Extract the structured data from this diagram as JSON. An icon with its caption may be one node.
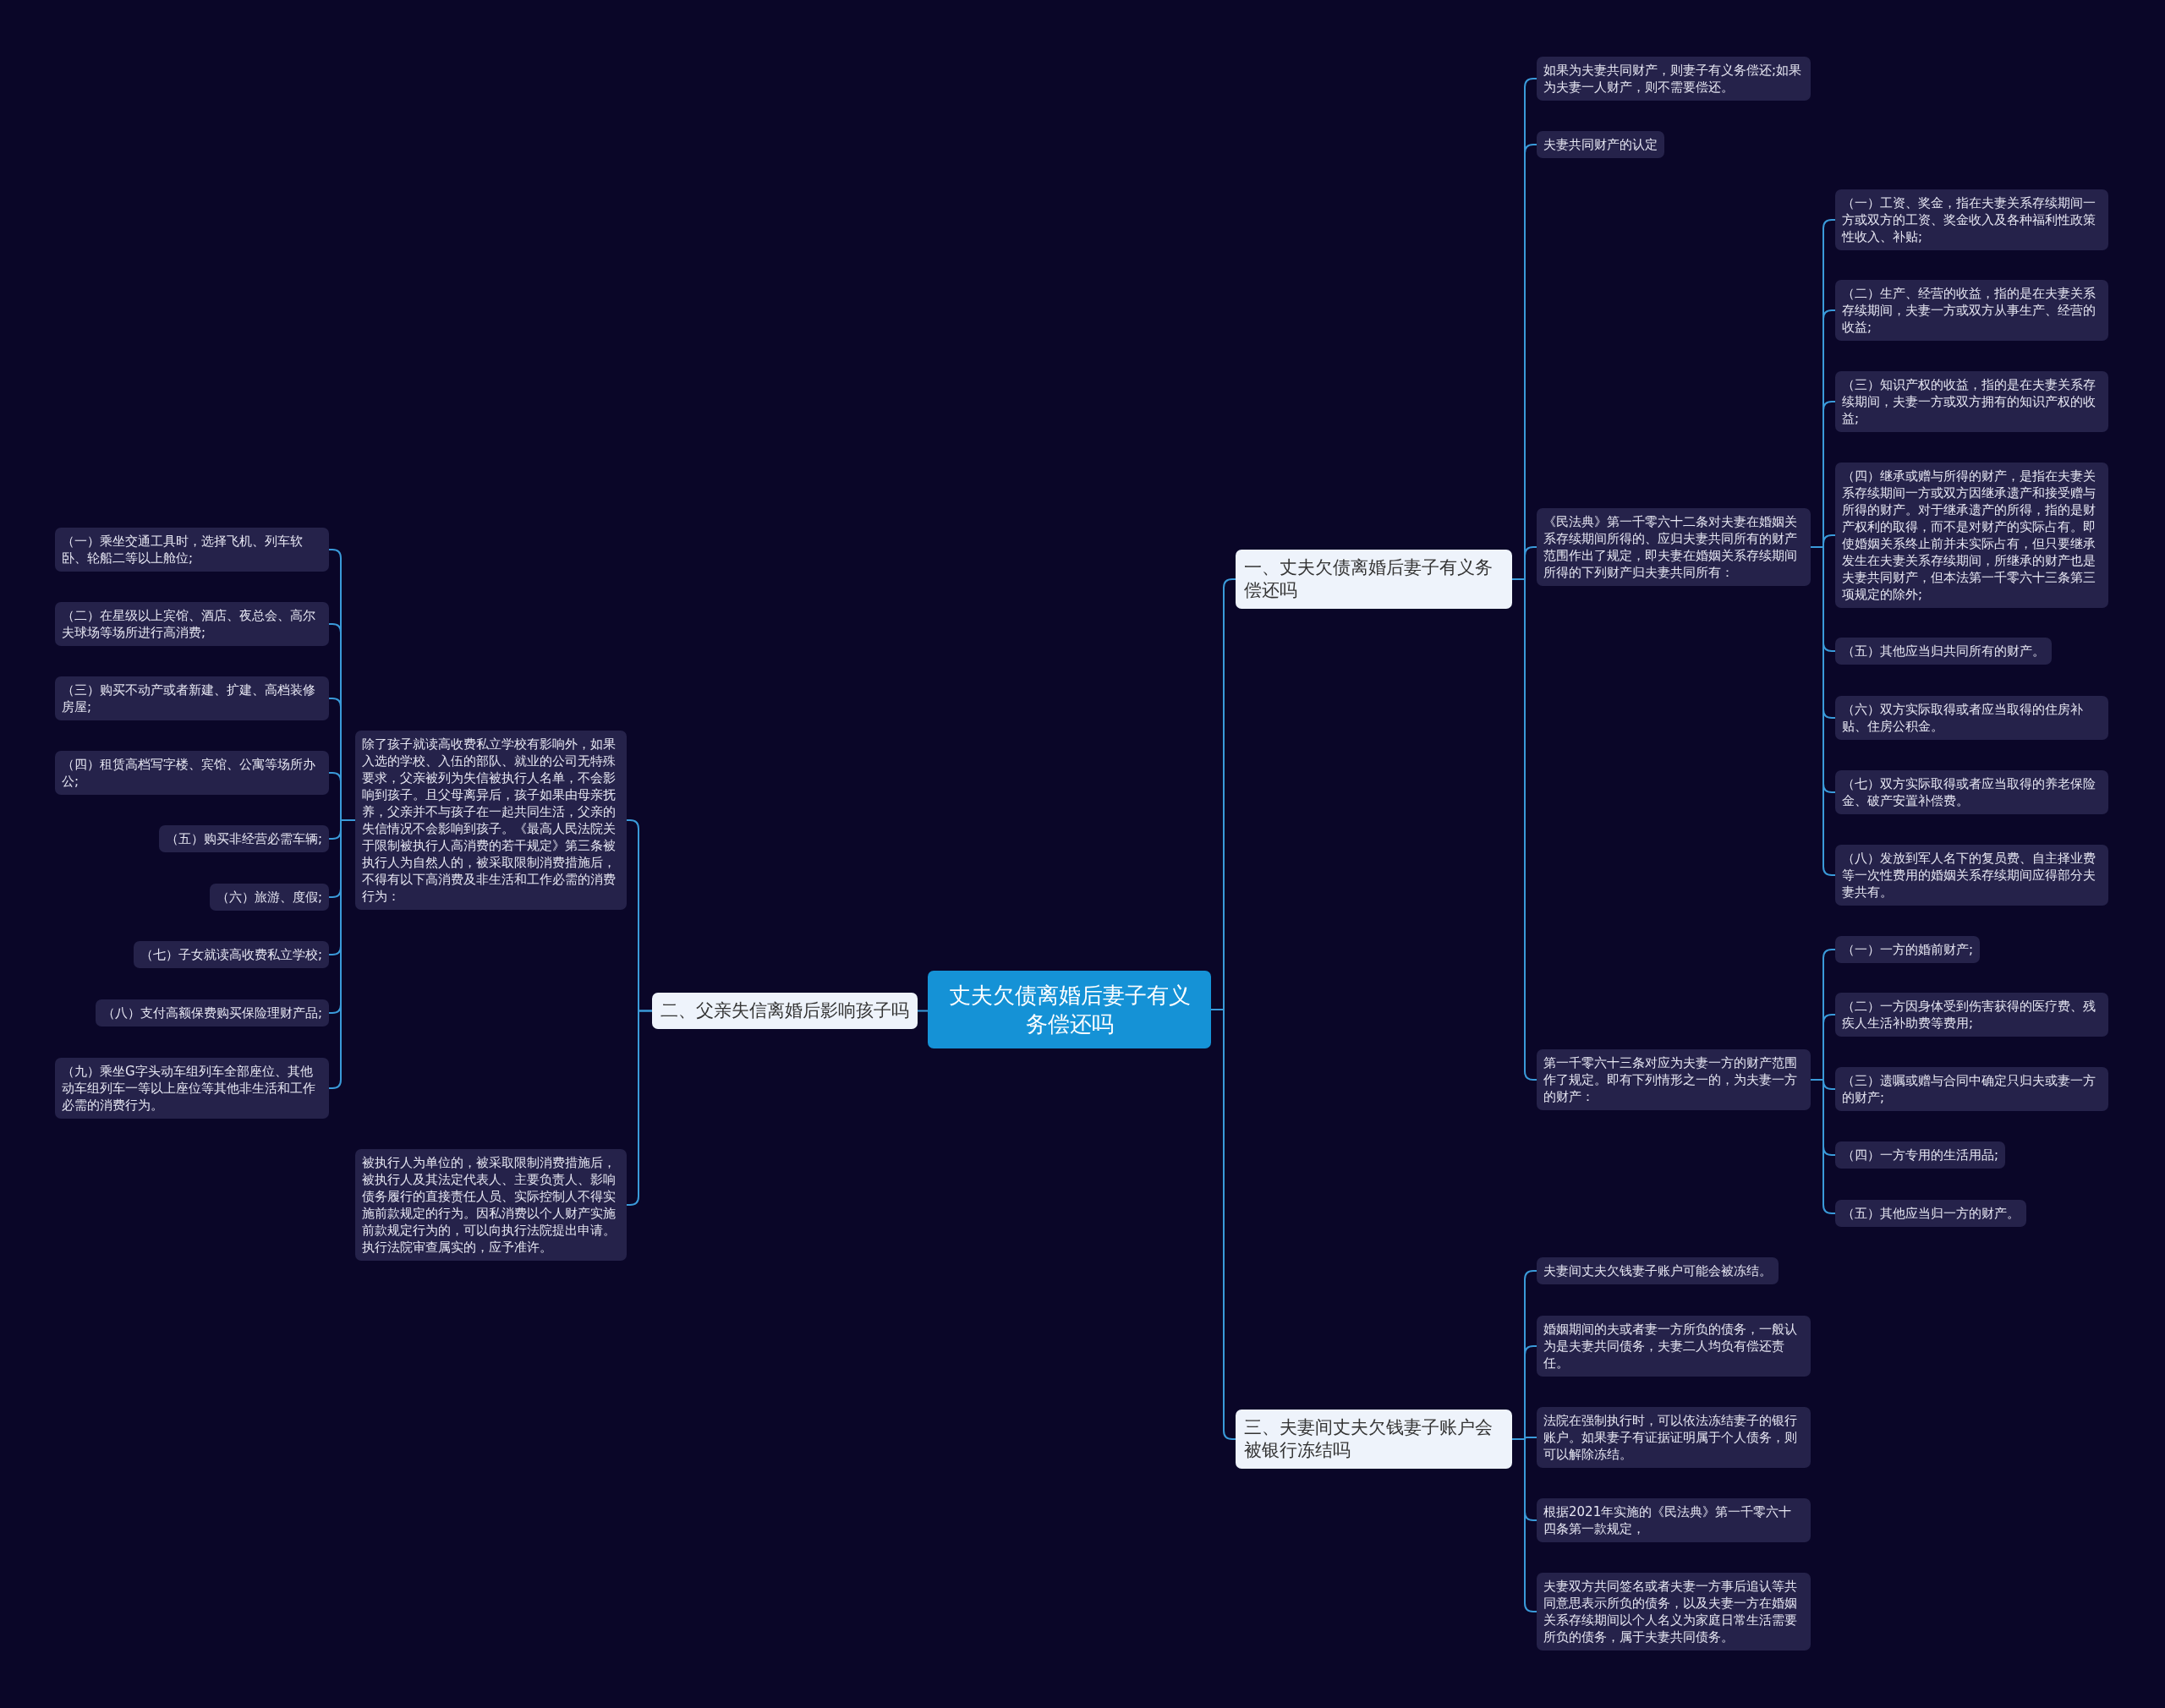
{
  "diagram": {
    "nodes": [
      {
        "text": [
          "丈夫欠债离婚后妻子有义务偿还吗"
        ]
      },
      {
        "text": [
          "一、丈夫欠债离婚后妻子有义务偿还吗"
        ]
      },
      {
        "text": [
          "如果为夫妻共同财产，则妻子有义务偿还;如果为夫妻一人财产，则不需要偿还。"
        ]
      },
      {
        "text": [
          "夫妻共同财产的认定"
        ]
      },
      {
        "text": [
          "《民法典》第一千零六十二条对夫妻在婚姻关系存续期间所得的、应归夫妻共同所有的财产范围作出了规定，即夫妻在婚姻关系存续期间所得的下列财产归夫妻共同所有："
        ]
      },
      {
        "text": [
          "（一）工资、奖金，指在夫妻关系存续期间一方或双方的工资、奖金收入及各种福利性政策性收入、补贴;"
        ]
      },
      {
        "text": [
          "（二）生产、经营的收益，指的是在夫妻关系存续期间，夫妻一方或双方从事生产、经营的收益;"
        ]
      },
      {
        "text": [
          "（三）知识产权的收益，指的是在夫妻关系存续期间，夫妻一方或双方拥有的知识产权的收益;"
        ]
      },
      {
        "text": [
          "（四）继承或赠与所得的财产，是指在夫妻关系存续期间一方或双方因继承遗产和接受赠与所得的财产。对于继承遗产的所得，指的是财产权利的取得，而不是对财产的实际占有。即使婚姻关系终止前并未实际占有，但只要继承发生在夫妻关系存续期间，所继承的财产也是夫妻共同财产，但本法第一千零六十三条第三项规定的除外;"
        ]
      },
      {
        "text": [
          "（五）其他应当归共同所有的财产。"
        ]
      },
      {
        "text": [
          "（六）双方实际取得或者应当取得的住房补贴、住房公积金。"
        ]
      },
      {
        "text": [
          "（七）双方实际取得或者应当取得的养老保险金、破产安置补偿费。"
        ]
      },
      {
        "text": [
          "（八）发放到军人名下的复员费、自主择业费等一次性费用的婚姻关系存续期间应得部分夫妻共有。"
        ]
      },
      {
        "text": [
          "第一千零六十三条对应为夫妻一方的财产范围作了规定。即有下列情形之一的，为夫妻一方的财产："
        ]
      },
      {
        "text": [
          "（一）一方的婚前财产;"
        ]
      },
      {
        "text": [
          "（二）一方因身体受到伤害获得的医疗费、残疾人生活补助费等费用;"
        ]
      },
      {
        "text": [
          "（三）遗嘱或赠与合同中确定只归夫或妻一方的财产;"
        ]
      },
      {
        "text": [
          "（四）一方专用的生活用品;"
        ]
      },
      {
        "text": [
          "（五）其他应当归一方的财产。"
        ]
      },
      {
        "text": [
          "三、夫妻间丈夫欠钱妻子账户会被银行冻结吗"
        ]
      },
      {
        "text": [
          "夫妻间丈夫欠钱妻子账户可能会被冻结。"
        ]
      },
      {
        "text": [
          "婚姻期间的夫或者妻一方所负的债务，一般认为是夫妻共同债务，夫妻二人均负有偿还责任。"
        ]
      },
      {
        "text": [
          "法院在强制执行时，可以依法冻结妻子的银行账户。如果妻子有证据证明属于个人债务，则可以解除冻结。"
        ]
      },
      {
        "text": [
          "根据2021年实施的《民法典》第一千零六十四条第一款规定，"
        ]
      },
      {
        "text": [
          "夫妻双方共同签名或者夫妻一方事后追认等共同意思表示所负的债务，以及夫妻一方在婚姻关系存续期间以个人名义为家庭日常生活需要所负的债务，属于夫妻共同债务。"
        ]
      },
      {
        "text": [
          "二、父亲失信离婚后影响孩子吗"
        ]
      },
      {
        "text": [
          "除了孩子就读高收费私立学校有影响外，如果入选的学校、入伍的部队、就业的公司无特殊要求，父亲被列为失信被执行人名单，不会影响到孩子。且父母离异后，孩子如果由母亲抚养，父亲并不与孩子在一起共同生活，父亲的失信情况不会影响到孩子。《最高人民法院关于限制被执行人高消费的若干规定》第三条被执行人为自然人的，被采取限制消费措施后，不得有以下高消费及非生活和工作必需的消费行为："
        ]
      },
      {
        "text": [
          "（一）乘坐交通工具时，选择飞机、列车软卧、轮船二等以上舱位;"
        ]
      },
      {
        "text": [
          "（二）在星级以上宾馆、酒店、夜总会、高尔夫球场等场所进行高消费;"
        ]
      },
      {
        "text": [
          "（三）购买不动产或者新建、扩建、高档装修房屋;"
        ]
      },
      {
        "text": [
          "（四）租赁高档写字楼、宾馆、公寓等场所办公;"
        ]
      },
      {
        "text": [
          "（五）购买非经营必需车辆;"
        ]
      },
      {
        "text": [
          "（六）旅游、度假;"
        ]
      },
      {
        "text": [
          "（七）子女就读高收费私立学校;"
        ]
      },
      {
        "text": [
          "（八）支付高额保费购买保险理财产品;"
        ]
      },
      {
        "text": [
          "（九）乘坐G字头动车组列车全部座位、其他动车组列车一等以上座位等其他非生活和工作必需的消费行为。"
        ]
      },
      {
        "text": [
          "被执行人为单位的，被采取限制消费措施后，被执行人及其法定代表人、主要负责人、影响债务履行的直接责任人员、实际控制人不得实施前款规定的行为。因私消费以个人财产实施前款规定行为的，可以向执行法院提出申请。执行法院审查属实的，应予准许。"
        ]
      }
    ],
    "edges": [
      {
        "from": 0,
        "to": 1,
        "arrow": "none"
      },
      {
        "from": 0,
        "to": 19,
        "arrow": "none"
      },
      {
        "from": 0,
        "to": 25,
        "arrow": "none"
      },
      {
        "from": 1,
        "to": 2,
        "arrow": "none"
      },
      {
        "from": 1,
        "to": 3,
        "arrow": "none"
      },
      {
        "from": 1,
        "to": 4,
        "arrow": "none"
      },
      {
        "from": 1,
        "to": 13,
        "arrow": "none"
      },
      {
        "from": 4,
        "to": 5,
        "arrow": "none"
      },
      {
        "from": 4,
        "to": 6,
        "arrow": "none"
      },
      {
        "from": 4,
        "to": 7,
        "arrow": "none"
      },
      {
        "from": 4,
        "to": 8,
        "arrow": "none"
      },
      {
        "from": 4,
        "to": 9,
        "arrow": "none"
      },
      {
        "from": 4,
        "to": 10,
        "arrow": "none"
      },
      {
        "from": 4,
        "to": 11,
        "arrow": "none"
      },
      {
        "from": 4,
        "to": 12,
        "arrow": "none"
      },
      {
        "from": 13,
        "to": 14,
        "arrow": "none"
      },
      {
        "from": 13,
        "to": 15,
        "arrow": "none"
      },
      {
        "from": 13,
        "to": 16,
        "arrow": "none"
      },
      {
        "from": 13,
        "to": 17,
        "arrow": "none"
      },
      {
        "from": 13,
        "to": 18,
        "arrow": "none"
      },
      {
        "from": 19,
        "to": 20,
        "arrow": "none"
      },
      {
        "from": 19,
        "to": 21,
        "arrow": "none"
      },
      {
        "from": 19,
        "to": 22,
        "arrow": "none"
      },
      {
        "from": 19,
        "to": 23,
        "arrow": "none"
      },
      {
        "from": 19,
        "to": 24,
        "arrow": "none"
      },
      {
        "from": 25,
        "to": 26,
        "arrow": "none"
      },
      {
        "from": 25,
        "to": 36,
        "arrow": "none"
      },
      {
        "from": 26,
        "to": 27,
        "arrow": "none"
      },
      {
        "from": 26,
        "to": 28,
        "arrow": "none"
      },
      {
        "from": 26,
        "to": 29,
        "arrow": "none"
      },
      {
        "from": 26,
        "to": 30,
        "arrow": "none"
      },
      {
        "from": 26,
        "to": 31,
        "arrow": "none"
      },
      {
        "from": 26,
        "to": 32,
        "arrow": "none"
      },
      {
        "from": 26,
        "to": 33,
        "arrow": "none"
      },
      {
        "from": 26,
        "to": 34,
        "arrow": "none"
      },
      {
        "from": 26,
        "to": 35,
        "arrow": "none"
      }
    ]
  }
}
